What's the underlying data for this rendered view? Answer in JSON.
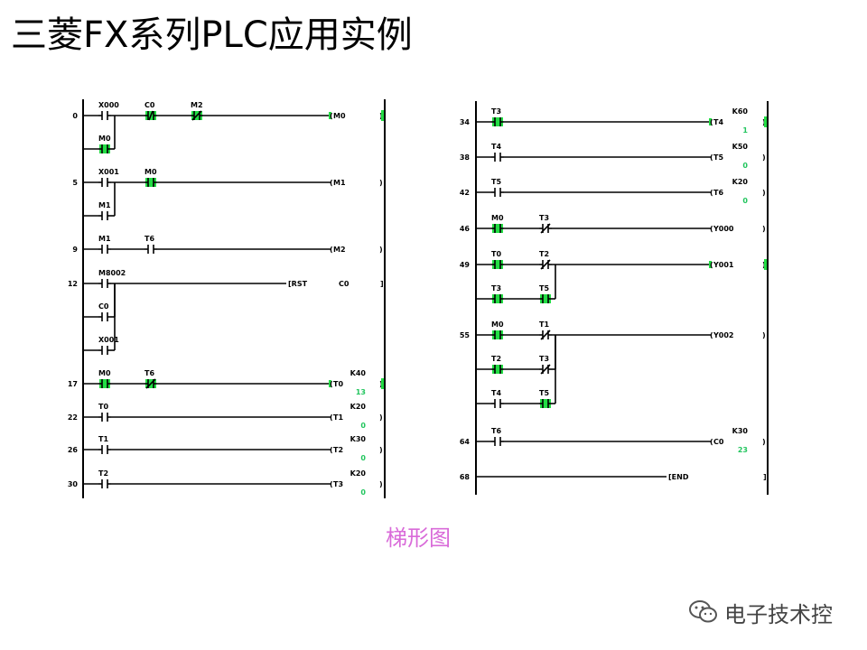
{
  "page": {
    "title": "三菱FX系列PLC应用实例",
    "caption": "梯形图",
    "brand": "电子技术控"
  },
  "left_ladder": {
    "rungs": [
      {
        "step": "0",
        "contacts": [
          {
            "label": "X000",
            "type": "NO",
            "active": false
          },
          {
            "label": "C0",
            "type": "P",
            "active": true
          },
          {
            "label": "M2",
            "type": "F",
            "active": true
          }
        ],
        "branches": [
          [
            {
              "label": "M0",
              "type": "NO",
              "active": true
            }
          ]
        ],
        "output": {
          "kind": "coil",
          "label": "M0",
          "active": true
        }
      },
      {
        "step": "5",
        "contacts": [
          {
            "label": "X001",
            "type": "NO",
            "active": false
          },
          {
            "label": "M0",
            "type": "NO",
            "active": true
          }
        ],
        "branches": [
          [
            {
              "label": "M1",
              "type": "NO",
              "active": false
            }
          ]
        ],
        "output": {
          "kind": "coil",
          "label": "M1",
          "active": false
        }
      },
      {
        "step": "9",
        "contacts": [
          {
            "label": "M1",
            "type": "NO",
            "active": false
          },
          {
            "label": "T6",
            "type": "NO",
            "active": false
          }
        ],
        "branches": [],
        "output": {
          "kind": "coil",
          "label": "M2",
          "active": false
        }
      },
      {
        "step": "12",
        "contacts": [
          {
            "label": "M8002",
            "type": "NO",
            "active": false
          }
        ],
        "branches": [
          [
            {
              "label": "C0",
              "type": "NO",
              "active": false
            }
          ],
          [
            {
              "label": "X001",
              "type": "NO",
              "active": false
            }
          ]
        ],
        "output": {
          "kind": "func",
          "label": "RST",
          "operand": "C0",
          "active": false
        }
      },
      {
        "step": "17",
        "contacts": [
          {
            "label": "M0",
            "type": "NO",
            "active": true
          },
          {
            "label": "T6",
            "type": "F",
            "active": true
          }
        ],
        "branches": [],
        "output": {
          "kind": "coil",
          "label": "T0",
          "const": "K40",
          "current": "13",
          "active": true
        }
      },
      {
        "step": "22",
        "contacts": [
          {
            "label": "T0",
            "type": "NO",
            "active": false
          }
        ],
        "branches": [],
        "output": {
          "kind": "coil",
          "label": "T1",
          "const": "K20",
          "current": "0",
          "active": false
        }
      },
      {
        "step": "26",
        "contacts": [
          {
            "label": "T1",
            "type": "NO",
            "active": false
          }
        ],
        "branches": [],
        "output": {
          "kind": "coil",
          "label": "T2",
          "const": "K30",
          "current": "0",
          "active": false
        }
      },
      {
        "step": "30",
        "contacts": [
          {
            "label": "T2",
            "type": "NO",
            "active": false
          }
        ],
        "branches": [],
        "output": {
          "kind": "coil",
          "label": "T3",
          "const": "K20",
          "current": "0",
          "active": false
        }
      }
    ]
  },
  "right_ladder": {
    "rungs": [
      {
        "step": "34",
        "contacts": [
          {
            "label": "T3",
            "type": "NO",
            "active": true
          }
        ],
        "branches": [],
        "output": {
          "kind": "coil",
          "label": "T4",
          "const": "K60",
          "current": "1",
          "active": true
        }
      },
      {
        "step": "38",
        "contacts": [
          {
            "label": "T4",
            "type": "NO",
            "active": false
          }
        ],
        "branches": [],
        "output": {
          "kind": "coil",
          "label": "T5",
          "const": "K50",
          "current": "0",
          "active": false
        }
      },
      {
        "step": "42",
        "contacts": [
          {
            "label": "T5",
            "type": "NO",
            "active": false
          }
        ],
        "branches": [],
        "output": {
          "kind": "coil",
          "label": "T6",
          "const": "K20",
          "current": "0",
          "active": false
        }
      },
      {
        "step": "46",
        "contacts": [
          {
            "label": "M0",
            "type": "NO",
            "active": true
          },
          {
            "label": "T3",
            "type": "NC",
            "active": false
          }
        ],
        "branches": [],
        "output": {
          "kind": "coil",
          "label": "Y000",
          "active": false
        }
      },
      {
        "step": "49",
        "contacts": [
          {
            "label": "T0",
            "type": "NO",
            "active": true
          },
          {
            "label": "T2",
            "type": "NC",
            "active": false
          }
        ],
        "branches": [
          [
            {
              "label": "T3",
              "type": "NO",
              "active": true
            },
            {
              "label": "T5",
              "type": "NO",
              "active": true
            }
          ]
        ],
        "output": {
          "kind": "coil",
          "label": "Y001",
          "active": true
        }
      },
      {
        "step": "55",
        "contacts": [
          {
            "label": "M0",
            "type": "NO",
            "active": true
          },
          {
            "label": "T1",
            "type": "NC",
            "active": false
          }
        ],
        "branches": [
          [
            {
              "label": "T2",
              "type": "NO",
              "active": true
            },
            {
              "label": "T3",
              "type": "NC",
              "active": false
            }
          ],
          [
            {
              "label": "T4",
              "type": "NO",
              "active": false
            },
            {
              "label": "T5",
              "type": "NO",
              "active": true
            }
          ]
        ],
        "output": {
          "kind": "coil",
          "label": "Y002",
          "active": false
        }
      },
      {
        "step": "64",
        "contacts": [
          {
            "label": "T6",
            "type": "NO",
            "active": false
          }
        ],
        "branches": [],
        "output": {
          "kind": "coil",
          "label": "C0",
          "const": "K30",
          "current": "23",
          "active": false
        }
      },
      {
        "step": "68",
        "contacts": [],
        "branches": [],
        "output": {
          "kind": "func",
          "label": "END",
          "active": false
        }
      }
    ]
  }
}
